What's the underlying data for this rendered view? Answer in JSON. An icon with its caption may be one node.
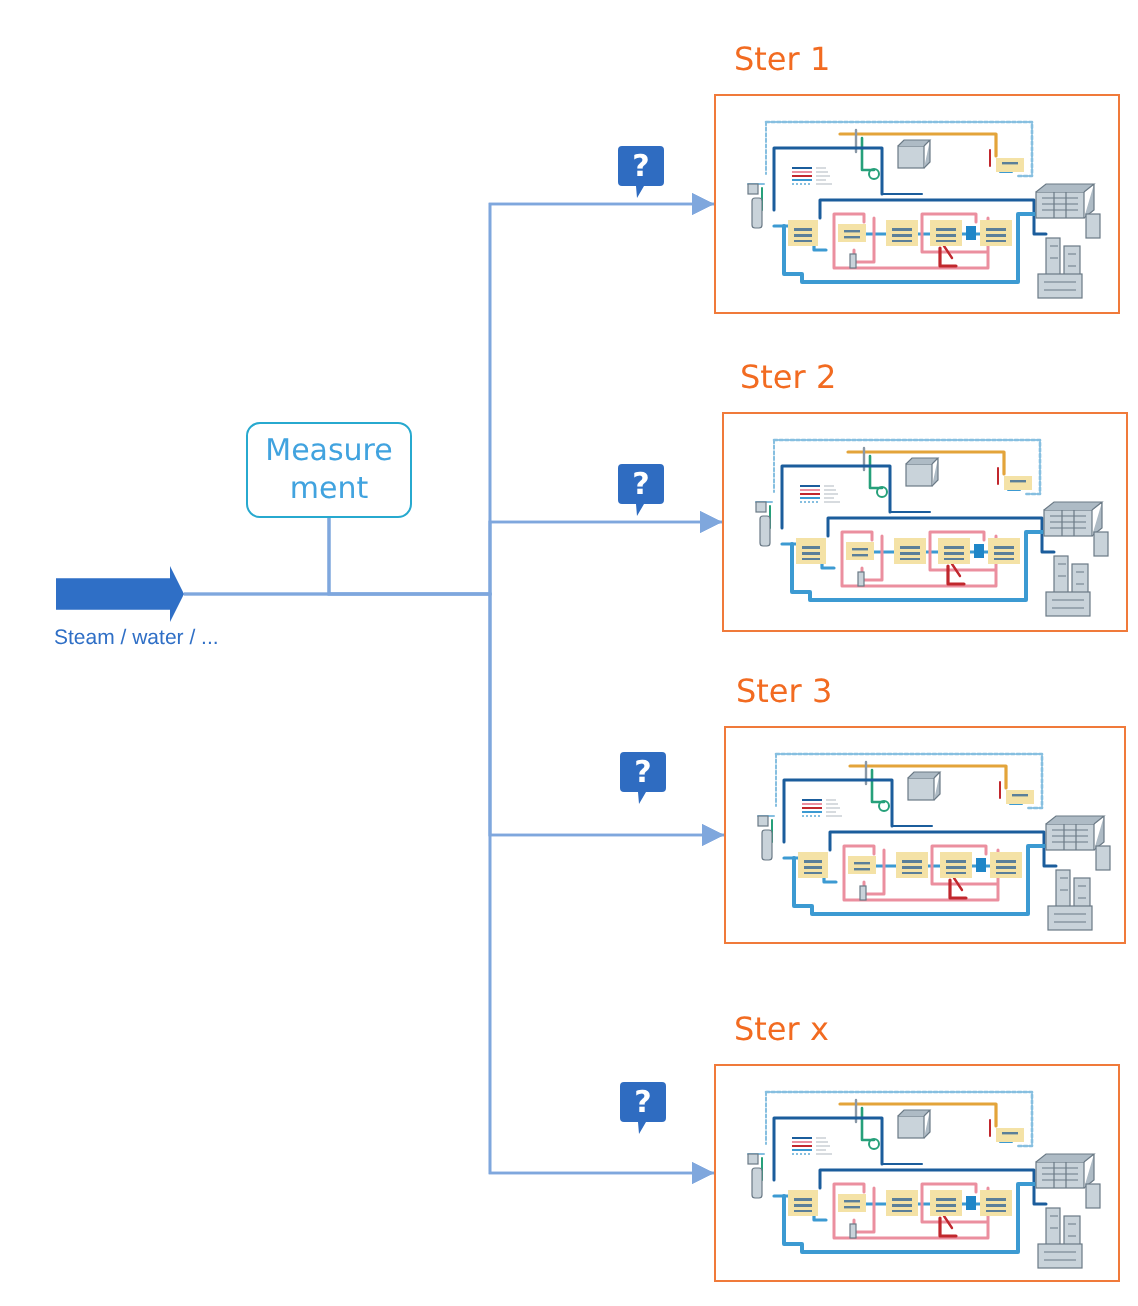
{
  "diagram": {
    "nodes": [
      {
        "text": [],
        "shape": "arrow",
        "beside": [
          "Steam / water / ..."
        ]
      },
      {
        "text": [
          "Measure ment"
        ]
      },
      {
        "text": [
          "Ster 1"
        ]
      },
      {
        "text": [
          "Ster 2"
        ]
      },
      {
        "text": [
          "Ster 3"
        ]
      },
      {
        "text": [
          "Ster x"
        ]
      }
    ],
    "edges": [
      {
        "from": 0,
        "to": 2,
        "arrow": "to"
      },
      {
        "from": 0,
        "to": 3,
        "arrow": "to"
      },
      {
        "from": 0,
        "to": 4,
        "arrow": "to"
      },
      {
        "from": 0,
        "to": 5,
        "arrow": "to"
      },
      {
        "from": 1,
        "to": 2,
        "arrow": "to"
      },
      {
        "from": 1,
        "to": 3,
        "arrow": "to"
      },
      {
        "from": 1,
        "to": 4,
        "arrow": "to"
      },
      {
        "from": 1,
        "to": 5,
        "arrow": "to"
      }
    ],
    "labels": [
      "?",
      "?",
      "?",
      "?"
    ]
  }
}
